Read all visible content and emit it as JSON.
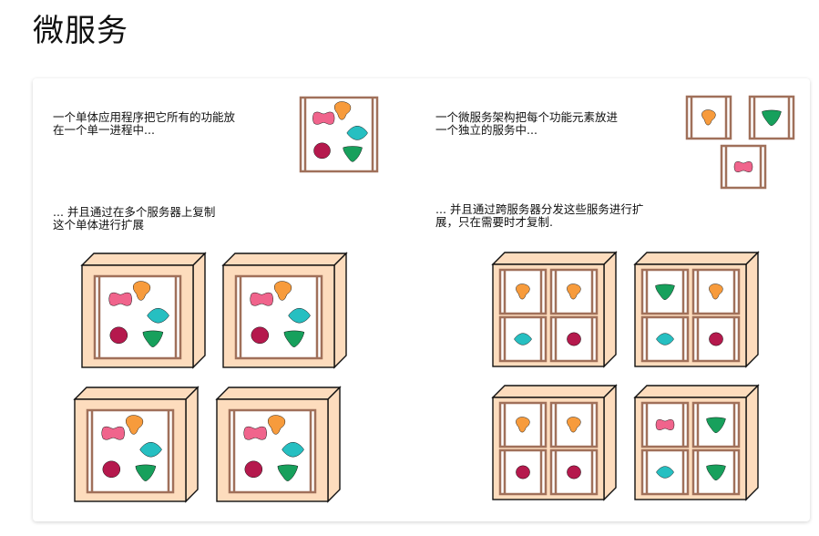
{
  "title": "微服务",
  "captions": {
    "monolith_intro": "一个单体应用程序把它所有的功能放\n在一个单一进程中...",
    "monolith_scale": "... 并且通过在多个服务器上复制\n这个单体进行扩展",
    "micro_intro": "一个微服务架构把每个功能元素放进\n一个独立的服务中...",
    "micro_scale": "... 并且通过跨服务器分发这些服务进行扩\n展，只在需要时才复制."
  },
  "colors": {
    "frame": "#a0705a",
    "server_face": "#fddcbd",
    "outline": "#111111",
    "pink": "#f0648c",
    "orange": "#f79b3c",
    "teal": "#26bfc1",
    "crimson": "#b5194d",
    "green": "#17a05c"
  },
  "shapes": [
    "pink-bowtie",
    "orange-blob",
    "teal-diamond",
    "crimson-circle",
    "green-triangle"
  ]
}
